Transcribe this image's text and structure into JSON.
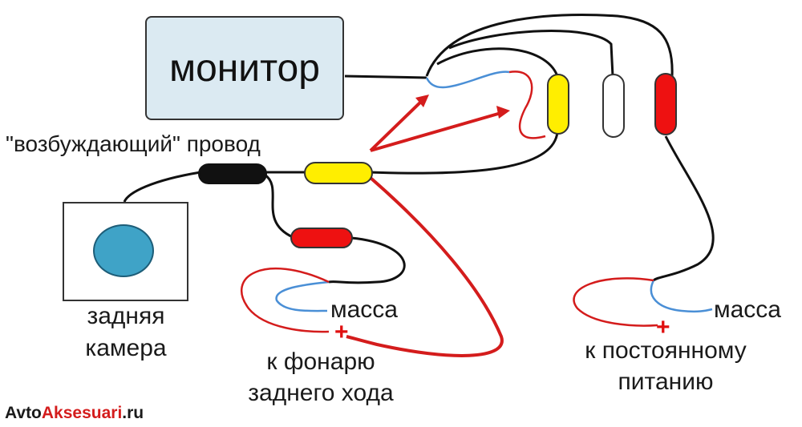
{
  "diagram": {
    "monitor_label": "монитор",
    "trigger_wire_label": "\"возбуждающий\" провод",
    "camera_label_line1": "задняя",
    "camera_label_line2": "камера",
    "ground_label_left": "масса",
    "plus_left": "+",
    "reverse_light_line1": "к фонарю",
    "reverse_light_line2": "заднего хода",
    "ground_label_right": "масса",
    "plus_right": "+",
    "constant_power_line1": "к постоянному",
    "constant_power_line2": "питанию"
  },
  "watermark": {
    "part1": "Avto",
    "part2": "Aksesuari",
    "part3": ".ru"
  },
  "colors": {
    "wire": "#111111",
    "red_wire": "#d41c1c",
    "blue_wire": "#4a8fd6",
    "yellow_connector": "#ffee00",
    "red_connector": "#ee1111",
    "black_connector": "#111111",
    "white_connector": "#ffffff"
  }
}
